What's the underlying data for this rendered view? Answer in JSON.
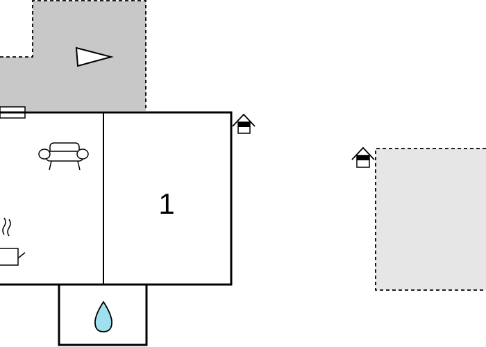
{
  "plan": {
    "rooms": [
      {
        "name": "living-room",
        "label": ""
      },
      {
        "name": "bedroom",
        "label": "1"
      },
      {
        "name": "bathroom",
        "label": ""
      }
    ],
    "outdoor_areas": [
      {
        "name": "terrace",
        "fill": "#c8c8c8"
      },
      {
        "name": "annex-area",
        "fill": "#e6e6e6"
      }
    ],
    "icons": [
      "compass-arrow-icon",
      "sofa-icon",
      "kitchen-pot-icon",
      "water-drop-icon",
      "window-marker-icon",
      "house-entrance-icon"
    ],
    "colors": {
      "wall": "#000000",
      "terrace": "#c8c8c8",
      "annex": "#e6e6e6",
      "water": "#9fe0ef",
      "background": "#ffffff"
    }
  }
}
